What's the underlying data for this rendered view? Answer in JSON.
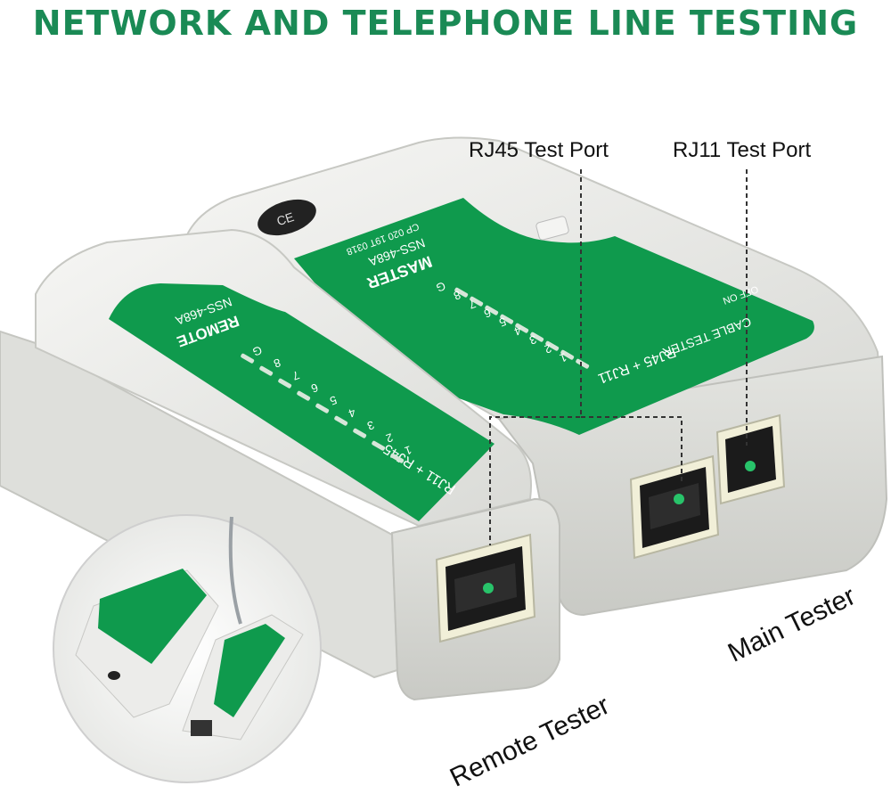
{
  "headline": "NETWORK AND TELEPHONE LINE TESTING",
  "callouts": {
    "rj45": "RJ45 Test Port",
    "rj11": "RJ11 Test Port",
    "main": "Main Tester",
    "remote": "Remote Tester"
  },
  "master_unit": {
    "label_line1": "MASTER",
    "label_line2": "NSS-468A",
    "label_line3": "CP 020 19T 0318",
    "cable_tester": "CABLE TESTER",
    "off_on": "OFF ON",
    "ports_label": "RJ45 + RJ11",
    "pins": [
      "1",
      "2",
      "3",
      "4",
      "5",
      "6",
      "7",
      "8",
      "G"
    ]
  },
  "remote_unit": {
    "label_line1": "REMOTE",
    "label_line2": "NSS-468A",
    "ports_label": "RJ11 + RJ45",
    "pins": [
      "1",
      "2",
      "3",
      "4",
      "5",
      "6",
      "7",
      "8",
      "G"
    ]
  },
  "colors": {
    "headline": "#1a8a55",
    "panel_green": "#0f9a4d",
    "body_white": "#ecedea",
    "led": "#28c36a"
  }
}
